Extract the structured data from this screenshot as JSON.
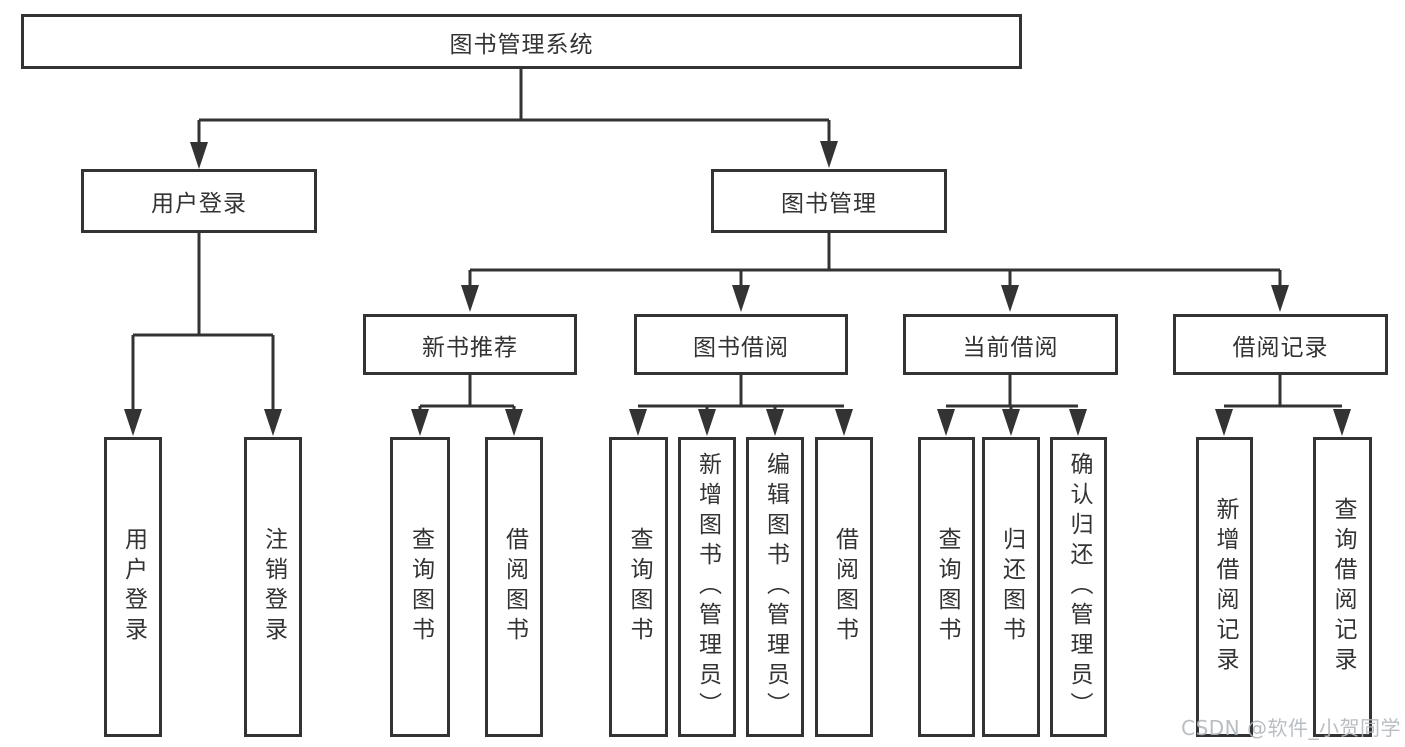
{
  "colors": {
    "line": "#333333",
    "text": "#333333",
    "background": "#ffffff",
    "watermark": "#b4b9be"
  },
  "watermark": "CSDN @软件_小贺同学",
  "tree": {
    "label": "图书管理系统",
    "children": [
      {
        "label": "用户登录",
        "children": [
          {
            "label": "用户登录"
          },
          {
            "label": "注销登录"
          }
        ]
      },
      {
        "label": "图书管理",
        "children": [
          {
            "label": "新书推荐",
            "children": [
              {
                "label": "查询图书"
              },
              {
                "label": "借阅图书"
              }
            ]
          },
          {
            "label": "图书借阅",
            "children": [
              {
                "label": "查询图书"
              },
              {
                "label": "新增图书（管理员）"
              },
              {
                "label": "编辑图书（管理员）"
              },
              {
                "label": "借阅图书"
              }
            ]
          },
          {
            "label": "当前借阅",
            "children": [
              {
                "label": "查询图书"
              },
              {
                "label": "归还图书"
              },
              {
                "label": "确认归还（管理员）"
              }
            ]
          },
          {
            "label": "借阅记录",
            "children": [
              {
                "label": "新增借阅记录"
              },
              {
                "label": "查询借阅记录"
              }
            ]
          }
        ]
      }
    ]
  }
}
